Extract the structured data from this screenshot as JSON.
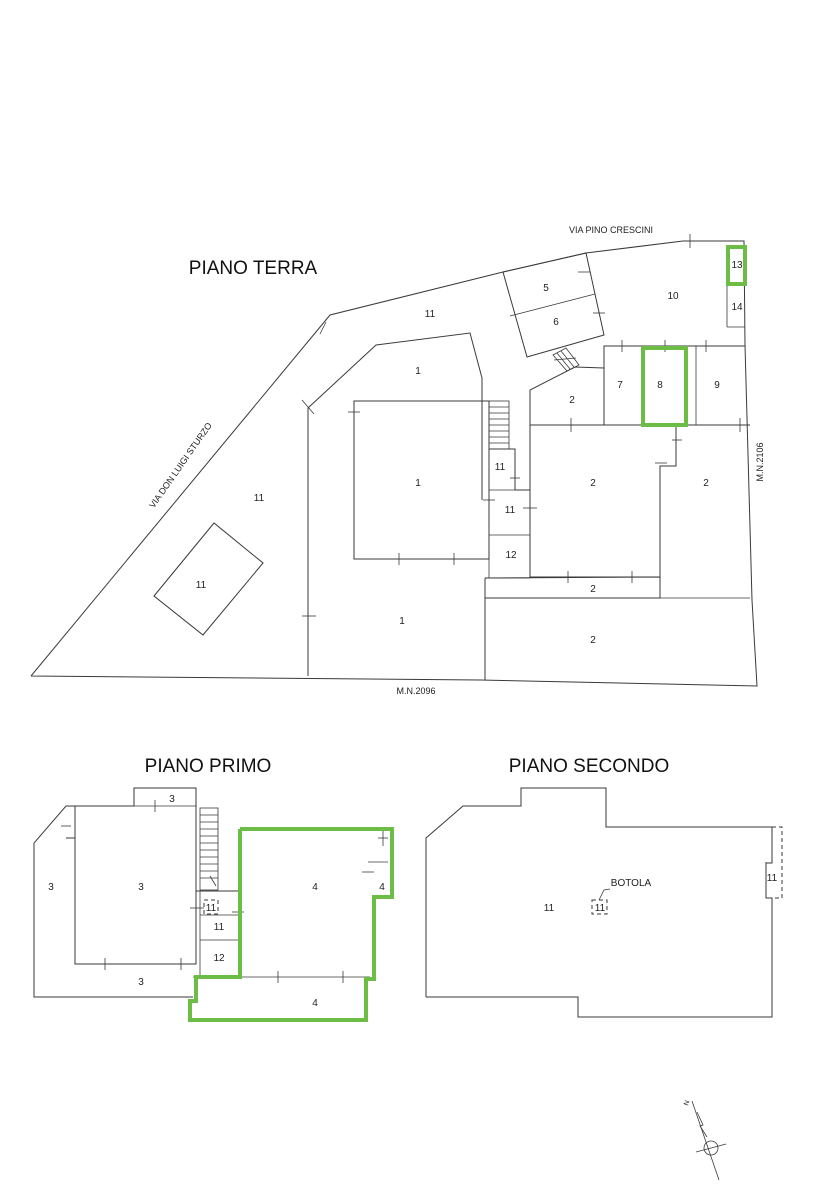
{
  "colors": {
    "highlight": "#6cbd45",
    "line": "#3a3a3a",
    "background": "#ffffff"
  },
  "headings": {
    "ground": "PIANO TERRA",
    "first": "PIANO PRIMO",
    "second": "PIANO SECONDO"
  },
  "streets": {
    "pino_crescini": "VIA PINO CRESCINI",
    "don_luigi_sturzo": "VIA DON LUIGI STURZO",
    "mn_2096": "M.N.2096",
    "mn_2106": "M.N.2106"
  },
  "ground_rooms": {
    "r5": "5",
    "r6": "6",
    "r10": "10",
    "r13": "13",
    "r14": "14",
    "r11_top": "11",
    "r1_top": "1",
    "r7": "7",
    "r8": "8",
    "r9": "9",
    "r2_small": "2",
    "r11_stairs": "11",
    "r1_center": "1",
    "r2_mid": "2",
    "r2_right": "2",
    "r11_left": "11",
    "r11_box": "11",
    "r11_hall": "11",
    "r12": "12",
    "r1_bottom": "1",
    "r2_strip": "2",
    "r2_bottom": "2"
  },
  "first_rooms": {
    "r3_top": "3",
    "r3_left": "3",
    "r3_center": "3",
    "r3_bottom": "3",
    "r4_main": "4",
    "r4_small": "4",
    "r4_bottom": "4",
    "r11_sq": "11",
    "r11": "11",
    "r12": "12"
  },
  "second_rooms": {
    "r11_main": "11",
    "botola": "BOTOLA",
    "r11_hatch": "11",
    "r11_side": "11"
  },
  "compass": {
    "north_label": "N"
  }
}
